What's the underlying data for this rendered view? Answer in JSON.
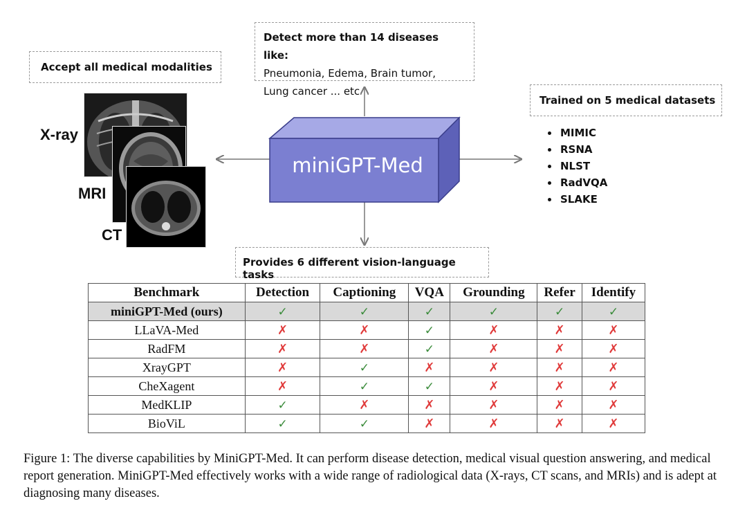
{
  "modalities_box": "Accept all medical modalities",
  "modality_labels": {
    "xray": "X-ray",
    "mri": "MRI",
    "ct": "CT"
  },
  "diseases_box": {
    "title": "Detect more than 14 diseases like:",
    "line1": "Pneumonia, Edema, Brain tumor,",
    "line2": "Lung cancer ... etc"
  },
  "datasets_box": "Trained on 5 medical datasets",
  "datasets": [
    "MIMIC",
    "RSNA",
    "NLST",
    "RadVQA",
    "SLAKE"
  ],
  "center_label": "miniGPT-Med",
  "tasks_box": "Provides 6 different vision-language tasks",
  "table": {
    "headers": [
      "Benchmark",
      "Detection",
      "Captioning",
      "VQA",
      "Grounding",
      "Refer",
      "Identify"
    ],
    "rows": [
      {
        "name": "miniGPT-Med (ours)",
        "cells": [
          "✓",
          "✓",
          "✓",
          "✓",
          "✓",
          "✓"
        ]
      },
      {
        "name": "LLaVA-Med",
        "cells": [
          "✗",
          "✗",
          "✓",
          "✗",
          "✗",
          "✗"
        ]
      },
      {
        "name": "RadFM",
        "cells": [
          "✗",
          "✗",
          "✓",
          "✗",
          "✗",
          "✗"
        ]
      },
      {
        "name": "XrayGPT",
        "cells": [
          "✗",
          "✓",
          "✗",
          "✗",
          "✗",
          "✗"
        ]
      },
      {
        "name": "CheXagent",
        "cells": [
          "✗",
          "✓",
          "✓",
          "✗",
          "✗",
          "✗"
        ]
      },
      {
        "name": "MedKLIP",
        "cells": [
          "✓",
          "✗",
          "✗",
          "✗",
          "✗",
          "✗"
        ]
      },
      {
        "name": "BioViL",
        "cells": [
          "✓",
          "✓",
          "✗",
          "✗",
          "✗",
          "✗"
        ]
      }
    ]
  },
  "caption": "Figure 1: The diverse capabilities by MiniGPT-Med. It can perform disease detection, medical visual question answering, and medical report generation. MiniGPT-Med effectively works with a wide range of radiological data (X-rays, CT scans, and MRIs) and is adept at diagnosing many diseases.",
  "colors": {
    "box_front": "#7b7fd1",
    "box_top": "#a6a9e6",
    "box_side": "#5d61b8",
    "check": "#3a8b3a",
    "cross": "#e03a3a"
  }
}
